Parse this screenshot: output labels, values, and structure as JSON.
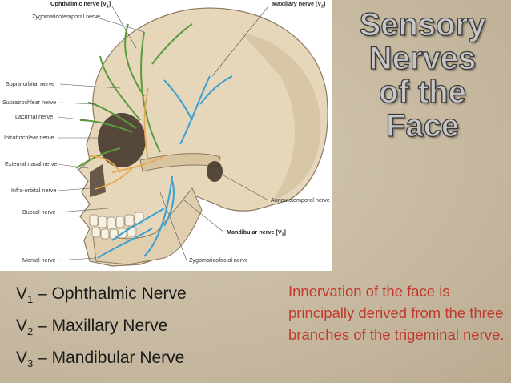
{
  "title": [
    "Sensory",
    "Nerves",
    "of the",
    "Face"
  ],
  "figure_labels": {
    "ophthalmic": "Ophthalmic nerve [V",
    "ophthalmic_sub": "1",
    "maxillary": "Maxillary nerve [V",
    "maxillary_sub": "2",
    "mandibular": "Mandibular nerve [V",
    "mandibular_sub": "3",
    "zygomaticotemporal": "Zygomaticotemporal nerve",
    "supraorbital": "Supra-orbital nerve",
    "supratrochlear": "Supratrochlear nerve",
    "lacrimal": "Lacrimal nerve",
    "infratrochlear": "Infratrochlear nerve",
    "external_nasal": "External nasal nerve",
    "infraorbital": "Infra-orbital nerve",
    "buccal": "Buccal nerve",
    "mental": "Mental nerve",
    "zygomaticofacial": "Zygomaticofacial nerve",
    "auriculotemporal": "Auriculotemporal nerve"
  },
  "branches": [
    {
      "prefix": "V",
      "sub": "1",
      "name": " – Ophthalmic Nerve"
    },
    {
      "prefix": "V",
      "sub": "2",
      "name": " – Maxillary Nerve"
    },
    {
      "prefix": "V",
      "sub": "3",
      "name": " – Mandibular Nerve"
    }
  ],
  "description": "Innervation of the face is principally derived from the three branches of the trigeminal nerve.",
  "colors": {
    "ophthalmic_nerve": "#5a9a3c",
    "maxillary_nerve": "#e8a850",
    "mandibular_nerve": "#3aa0d0",
    "description_text": "#c0392b"
  }
}
